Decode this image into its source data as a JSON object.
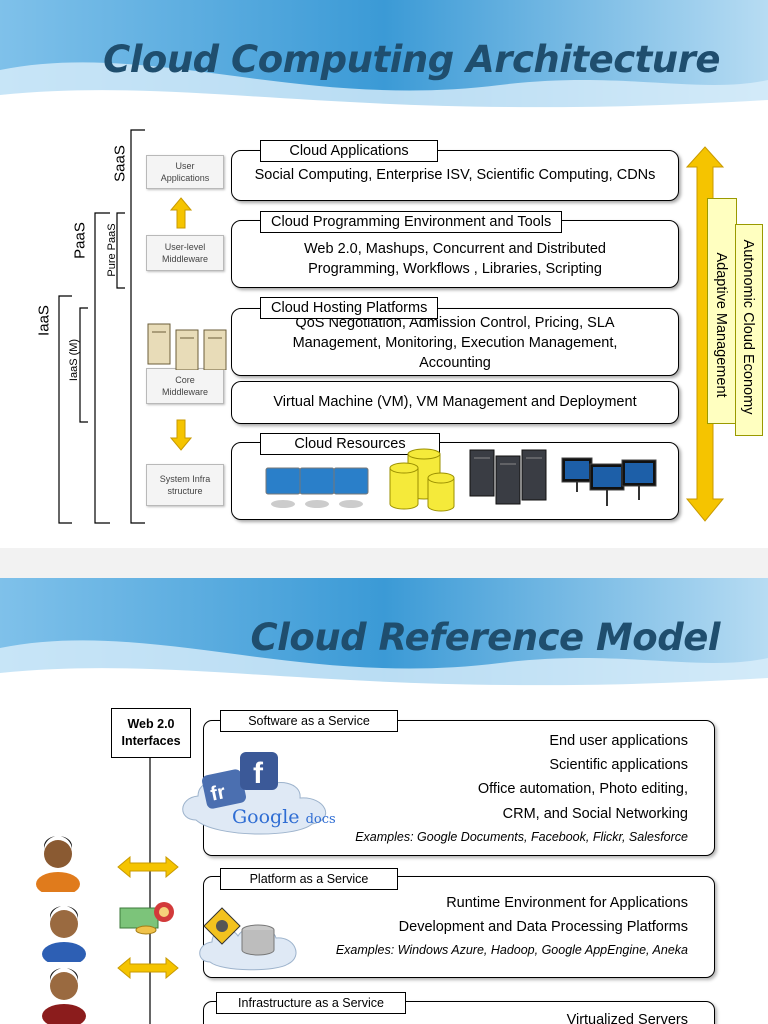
{
  "slide1": {
    "title": "Cloud Computing Architecture",
    "stack_labels": {
      "saas": "SaaS",
      "paas": "PaaS",
      "pure_paas": "Pure PaaS",
      "iaas": "IaaS",
      "iaas_m": "IaaS (M)"
    },
    "side_boxes": {
      "user_applications": "User Applications",
      "user_middleware": "User-level Middleware",
      "core_middleware": "Core Middleware",
      "system_infrastructure": "System Infrastructure"
    },
    "layers": {
      "apps_tag": "Cloud Applications",
      "apps_text": "Social Computing, Enterprise ISV, Scientific Computing, CDNs",
      "prog_tag": "Cloud Programming Environment and Tools",
      "prog_line1": "Web 2.0, Mashups, Concurrent and Distributed",
      "prog_line2": "Programming,  Workflows , Libraries, Scripting",
      "hosting_tag": "Cloud Hosting Platforms",
      "hosting_line1": "QoS Negotiation, Admission Control, Pricing, SLA",
      "hosting_line2": "Management, Monitoring, Execution Management,",
      "hosting_line3": "Accounting",
      "vm_text": "Virtual Machine (VM), VM Management and Deployment",
      "resources_tag": "Cloud Resources"
    },
    "right": {
      "economy": "Autonomic Cloud Economy",
      "adaptive": "Adaptive Management"
    }
  },
  "slide2": {
    "title": "Cloud Reference Model",
    "web_box": "Web 2.0 Interfaces",
    "saas": {
      "tag": "Software as a Service",
      "lines": [
        "End user applications",
        "Scientific applications",
        "Office automation, Photo editing,",
        "CRM, and Social Networking"
      ],
      "examples": "Examples: Google Documents, Facebook, Flickr, Salesforce",
      "logo_google": "Google",
      "logo_docs": "docs"
    },
    "paas": {
      "tag": "Platform as a Service",
      "lines": [
        "Runtime Environment for Applications",
        "Development and Data Processing Platforms"
      ],
      "examples": "Examples: Windows Azure, Hadoop, Google AppEngine, Aneka"
    },
    "iaas": {
      "tag": "Infrastructure as a Service",
      "lines": [
        "Virtualized Servers"
      ]
    }
  },
  "colors": {
    "title": "#1f4e6e",
    "arrow": "#f5c400",
    "yellow_box": "#ffffc0"
  }
}
